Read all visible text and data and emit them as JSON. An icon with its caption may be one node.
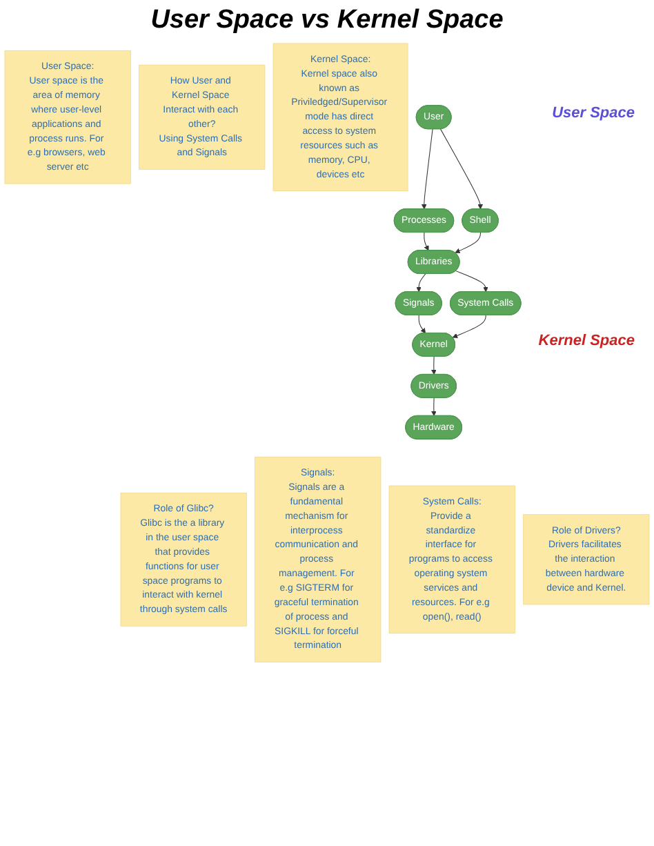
{
  "diagram": {
    "title": "User Space vs Kernel Space",
    "nodes": [
      {
        "text": [
          "User Space:",
          "User space is the area of memory where user-level applications and process runs. For e.g browsers, web server etc"
        ]
      },
      {
        "text": [
          "How User and Kernel Space Interact with each other?",
          "Using System Calls and Signals"
        ]
      },
      {
        "text": [
          "Kernel Space:",
          "Kernel space also known as Priviledged/Supervisor mode has direct access to system resources such as memory, CPU, devices etc"
        ]
      },
      {
        "text": [
          "User"
        ]
      },
      {
        "text": [
          "Processes"
        ]
      },
      {
        "text": [
          "Shell"
        ]
      },
      {
        "text": [
          "Libraries"
        ]
      },
      {
        "text": [
          "Signals"
        ]
      },
      {
        "text": [
          "System Calls"
        ]
      },
      {
        "text": [
          "Kernel"
        ]
      },
      {
        "text": [
          "Drivers"
        ]
      },
      {
        "text": [
          "Hardware"
        ]
      },
      {
        "text": [
          "Role of Glibc?",
          "Glibc is the a library in the user space that provides functions for user space programs to interact with kernel through system calls"
        ]
      },
      {
        "text": [
          "Signals:",
          "Signals are a fundamental mechanism for interprocess communication and process management. For e.g SIGTERM for graceful termination of process and SIGKILL for forceful termination"
        ]
      },
      {
        "text": [
          "System Calls:",
          "Provide a standardize interface for programs to access operating system services and resources. For e.g open(), read()"
        ]
      },
      {
        "text": [
          "Role of Drivers?",
          "Drivers facilitates the interaction between hardware device and Kernel."
        ]
      }
    ],
    "edges": [
      {
        "from": 3,
        "to": 4,
        "arrow": "to"
      },
      {
        "from": 3,
        "to": 5,
        "arrow": "to"
      },
      {
        "from": 4,
        "to": 6,
        "arrow": "to"
      },
      {
        "from": 5,
        "to": 6,
        "arrow": "to"
      },
      {
        "from": 6,
        "to": 7,
        "arrow": "to"
      },
      {
        "from": 6,
        "to": 8,
        "arrow": "to"
      },
      {
        "from": 7,
        "to": 9,
        "arrow": "to"
      },
      {
        "from": 8,
        "to": 9,
        "arrow": "to"
      },
      {
        "from": 9,
        "to": 10,
        "arrow": "to"
      },
      {
        "from": 10,
        "to": 11,
        "arrow": "to"
      }
    ],
    "labels": [
      "User Space",
      "Kernel Space"
    ]
  }
}
